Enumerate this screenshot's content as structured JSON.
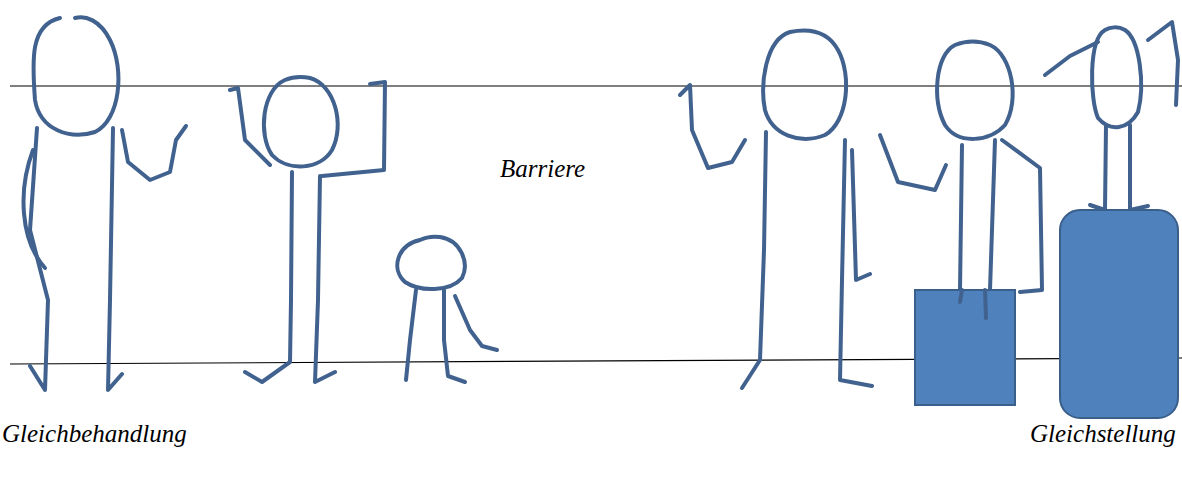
{
  "diagram": {
    "labels": [
      "Barriere",
      "Gleichbehandlung",
      "Gleichstellung"
    ]
  }
}
